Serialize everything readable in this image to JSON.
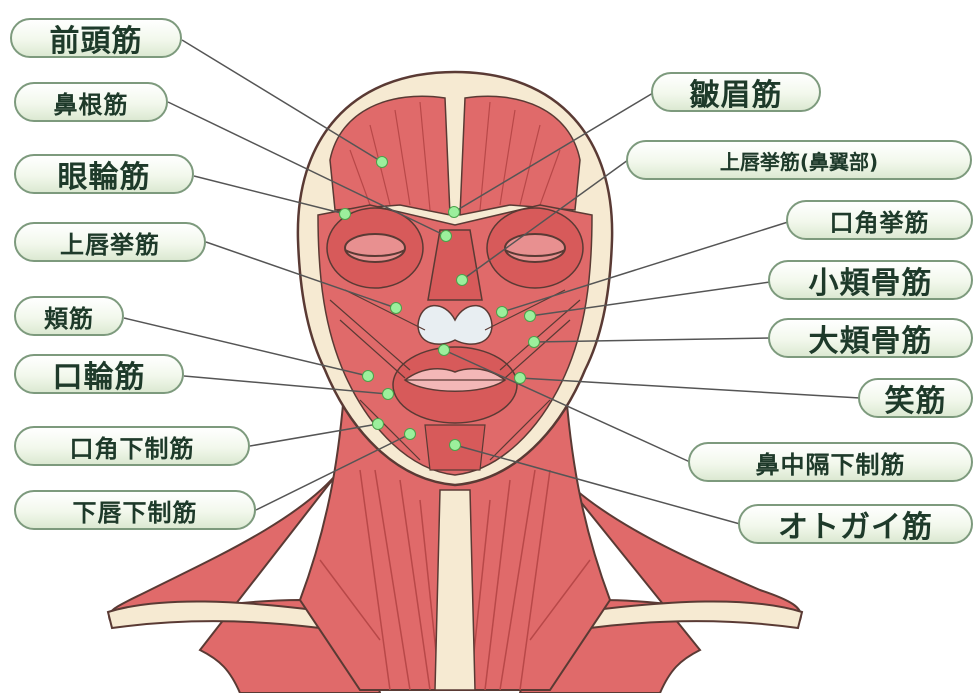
{
  "labels": {
    "zentoukin": "前頭筋",
    "bikonkin": "鼻根筋",
    "gan_rinkin": "眼輪筋",
    "joushin_kyokin": "上唇挙筋",
    "kyokin": "頬筋",
    "kou_rinkin": "口輪筋",
    "koukaku_kasei": "口角下制筋",
    "kashin_kasei": "下唇下制筋",
    "shubi": "皺眉筋",
    "joushin_biyoku": "上唇挙筋(鼻翼部)",
    "koukaku_kyokin": "口角挙筋",
    "shou_kyokotsu": "小頬骨筋",
    "dai_kyokotsu": "大頬骨筋",
    "shoukin": "笑筋",
    "bichukaku": "鼻中隔下制筋",
    "otogai": "オトガイ筋"
  },
  "colors": {
    "muscle": "#e06a6a",
    "muscle_dark": "#b84848",
    "bone": "#f6ead2",
    "outline": "#5a3a34",
    "marker": "#9cef9c",
    "leader": "#555555",
    "pill_border": "#7d9a7d",
    "pill_text": "#1e3a2a"
  }
}
